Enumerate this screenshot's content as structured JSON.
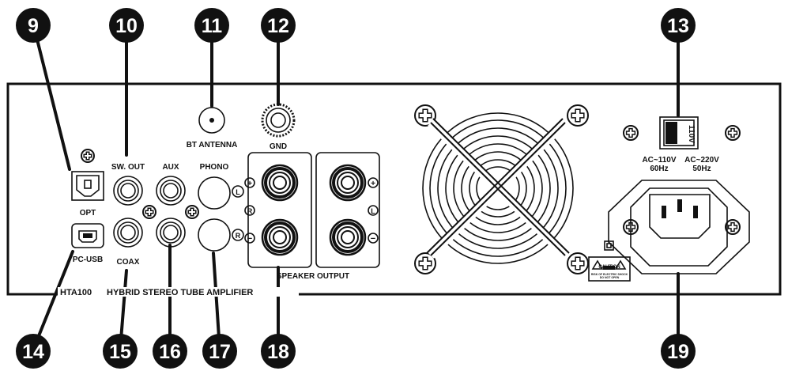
{
  "callouts": [
    "9",
    "10",
    "11",
    "12",
    "13",
    "14",
    "15",
    "16",
    "17",
    "18",
    "19"
  ],
  "labels": {
    "opt": "OPT",
    "pc_usb": "PC-USB",
    "sw_out": "SW. OUT",
    "coax": "COAX",
    "aux": "AUX",
    "phono": "PHONO",
    "bt_antenna": "BT ANTENNA",
    "gnd": "GND",
    "speaker_output": "SPEAKER OUTPUT",
    "model": "HTA100",
    "product_name": "HYBRID STEREO TUBE AMPLIFIER",
    "ac_110": "AC~110V",
    "hz_60": "60Hz",
    "ac_220": "AC~220V",
    "hz_50": "50Hz",
    "voltage_switch": "110V",
    "caution": "CAUTION",
    "caution_line1": "RISK OF ELECTRIC SHOCK",
    "caution_line2": "DO NOT OPEN",
    "left_marker": "L",
    "right_marker": "R",
    "plus_marker": "+",
    "minus_marker": "−"
  },
  "colors": {
    "ink": "#111111",
    "callout_fill": "#111111",
    "background": "#ffffff"
  }
}
